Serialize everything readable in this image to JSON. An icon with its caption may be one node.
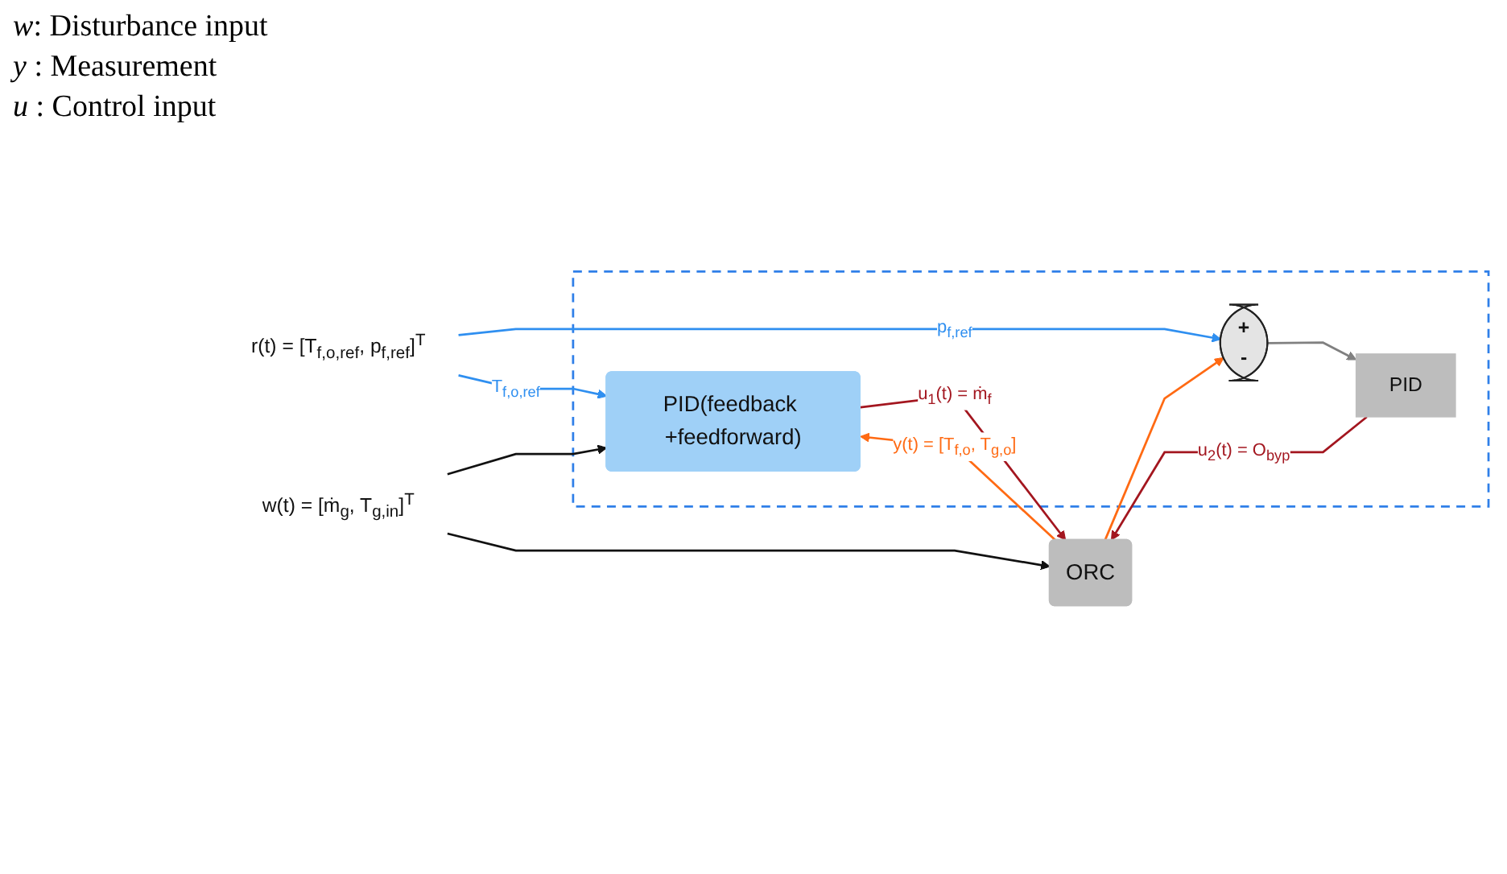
{
  "diagram": {
    "nodes": [
      {
        "text": [],
        "shape": "box"
      },
      {
        "text": [
          "r(t) = [T$_{f,o,ref}$, p$_{f,ref}$]$^{T}$"
        ]
      },
      {
        "text": [
          "PID(feedback +feedforward)"
        ],
        "in": 0
      },
      {
        "text": [
          "+",
          "-"
        ],
        "in": 0
      },
      {
        "text": [
          "PID"
        ],
        "in": 0
      },
      {
        "text": [
          "ORC"
        ]
      },
      {
        "text": [
          "w(t) = [ṁ$_{g}$, T$_{g,in}$]$^{T}$"
        ]
      }
    ],
    "edges": [
      {
        "from": 1,
        "to": 2,
        "arrow": "to",
        "label": "T$_{f,o,ref}$",
        "color": "#2f8ff0"
      },
      {
        "from": 1,
        "to": 3,
        "arrow": "to",
        "label": "p$_{f,ref}$",
        "color": "#2f8ff0"
      },
      {
        "from": 2,
        "to": 5,
        "arrow": "to",
        "label": "u$_{1}$(t) = ṁ$_{f}$",
        "color": "#a3161f"
      },
      {
        "from": 5,
        "to": 2,
        "arrow": "to",
        "label": "y(t) = [T$_{f,o}$, T$_{g,o}$]",
        "color": "#ff6a13"
      },
      {
        "from": 5,
        "to": 3,
        "arrow": "to",
        "color": "#ff6a13"
      },
      {
        "from": 3,
        "to": 4,
        "arrow": "to",
        "color": "#808080"
      },
      {
        "from": 4,
        "to": 5,
        "arrow": "to",
        "label": "u$_{2}$(t) = O$_{byp}$",
        "color": "#a3161f"
      },
      {
        "from": 6,
        "to": 2,
        "arrow": "to",
        "color": "#111111"
      },
      {
        "from": 6,
        "to": 5,
        "arrow": "to",
        "color": "#111111"
      }
    ],
    "labels": [
      "*w*: Disturbance input",
      "*y* : Measurement",
      "*u* : Control input"
    ]
  }
}
